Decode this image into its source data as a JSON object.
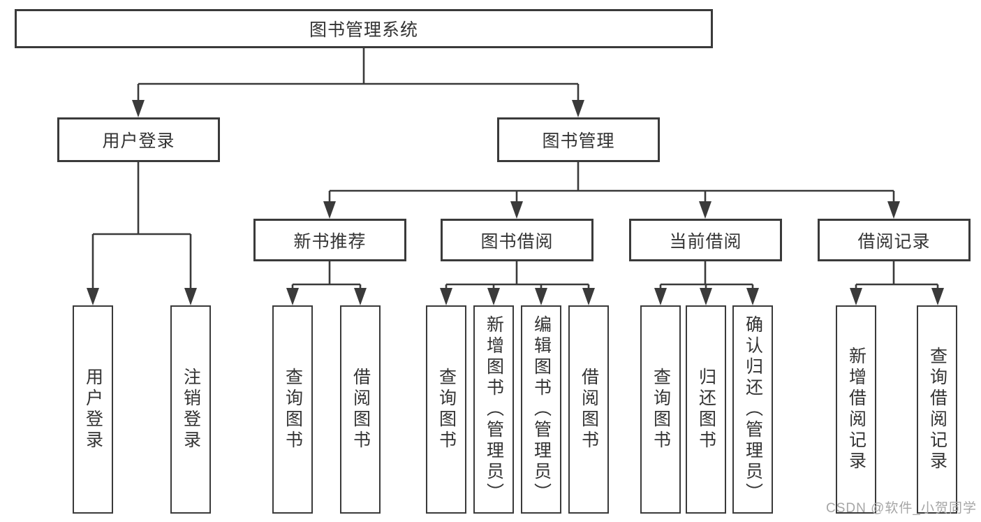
{
  "tree": {
    "root": {
      "label": "图书管理系统",
      "children": [
        {
          "label": "用户登录",
          "children": [
            {
              "label": "用户登录"
            },
            {
              "label": "注销登录"
            }
          ]
        },
        {
          "label": "图书管理",
          "children": [
            {
              "label": "新书推荐",
              "children": [
                {
                  "label": "查询图书"
                },
                {
                  "label": "借阅图书"
                }
              ]
            },
            {
              "label": "图书借阅",
              "children": [
                {
                  "label": "查询图书"
                },
                {
                  "label": "新增图书（管理员）"
                },
                {
                  "label": "编辑图书（管理员）"
                },
                {
                  "label": "借阅图书"
                }
              ]
            },
            {
              "label": "当前借阅",
              "children": [
                {
                  "label": "查询图书"
                },
                {
                  "label": "归还图书"
                },
                {
                  "label": "确认归还（管理员）"
                }
              ]
            },
            {
              "label": "借阅记录",
              "children": [
                {
                  "label": "新增借阅记录"
                },
                {
                  "label": "查询借阅记录"
                }
              ]
            }
          ]
        }
      ]
    }
  },
  "watermark": {
    "text": "CSDN @软件_小贺同学"
  },
  "colors": {
    "line": "#3a3a3a",
    "text": "#333333",
    "background": "#ffffff",
    "watermark": "#a6a6a6"
  }
}
